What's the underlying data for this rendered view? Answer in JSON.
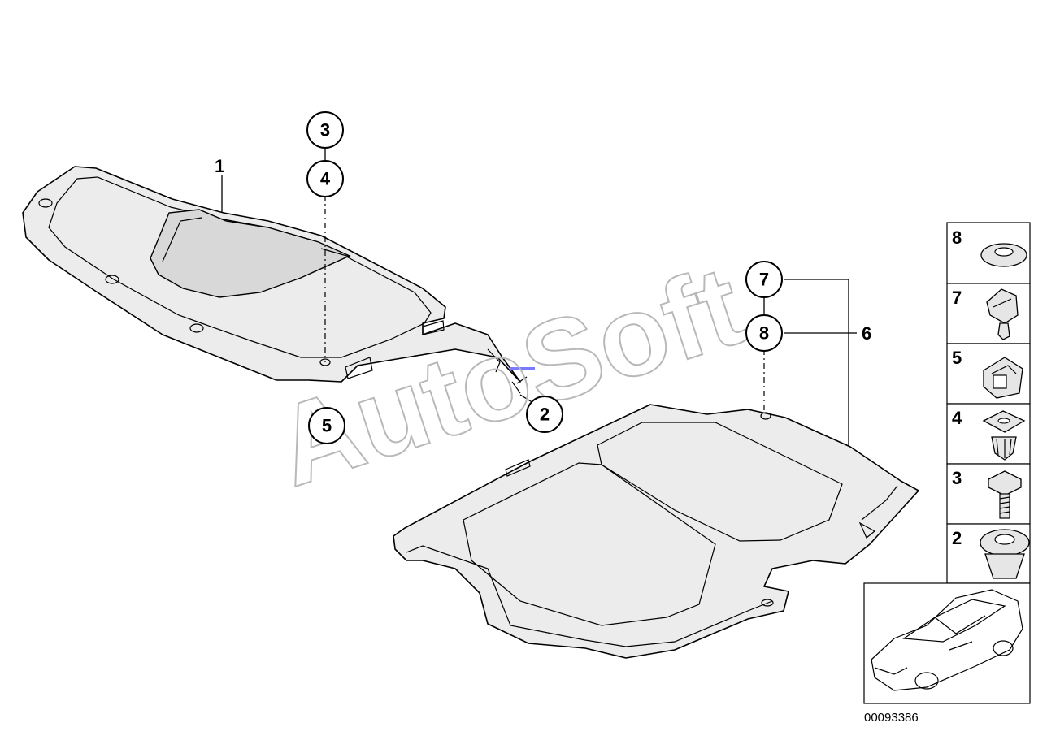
{
  "diagram": {
    "part_numbers": {
      "p1": "1",
      "p2": "2",
      "p3": "3",
      "p4": "4",
      "p5": "5",
      "p6": "6",
      "p7": "7",
      "p8": "8"
    },
    "legend": [
      {
        "number": "8",
        "icon": "washer-icon"
      },
      {
        "number": "7",
        "icon": "expanding-rivet-icon"
      },
      {
        "number": "5",
        "icon": "clip-nut-icon"
      },
      {
        "number": "4",
        "icon": "push-clip-icon"
      },
      {
        "number": "3",
        "icon": "screw-icon"
      },
      {
        "number": "2",
        "icon": "plug-nut-icon"
      }
    ],
    "watermark": "AutoSoft",
    "reference_code": "00093386",
    "colors": {
      "line": "#000000",
      "part_shade": "#ececec",
      "watermark": "#b8b8b8",
      "marker": "#7a7aff"
    }
  }
}
